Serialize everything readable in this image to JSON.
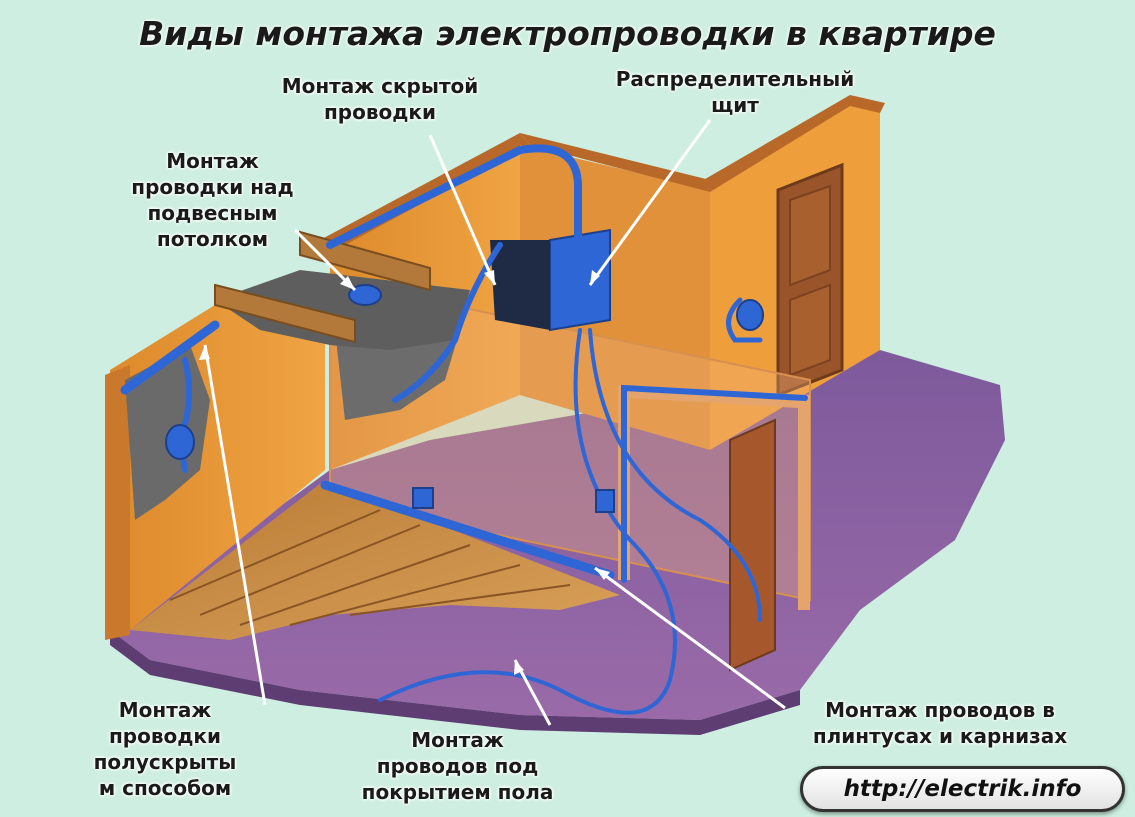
{
  "title": "Виды монтажа электропроводки в квартире",
  "labels": {
    "hidden_wiring": "Монтаж скрытой\nпроводки",
    "distribution_board": "Распределительный\nщит",
    "suspended_ceiling": "Монтаж\nпроводки над\nподвесным\nпотолком",
    "semi_hidden": "Монтаж\nпроводки\nполускрыты\nм способом",
    "under_floor": "Монтаж\nпроводов под\nпокрытием пола",
    "baseboards": "Монтаж проводов в\nплинтусах и карнизах"
  },
  "url": "http://electrik.info",
  "colors": {
    "background": "#cdeee0",
    "wall": "#e7962f",
    "wall_top": "#c9742a",
    "floor": "#8d5c9e",
    "parquet": "#c98d44",
    "wire": "#2f66d6",
    "door": "#a6582c"
  }
}
